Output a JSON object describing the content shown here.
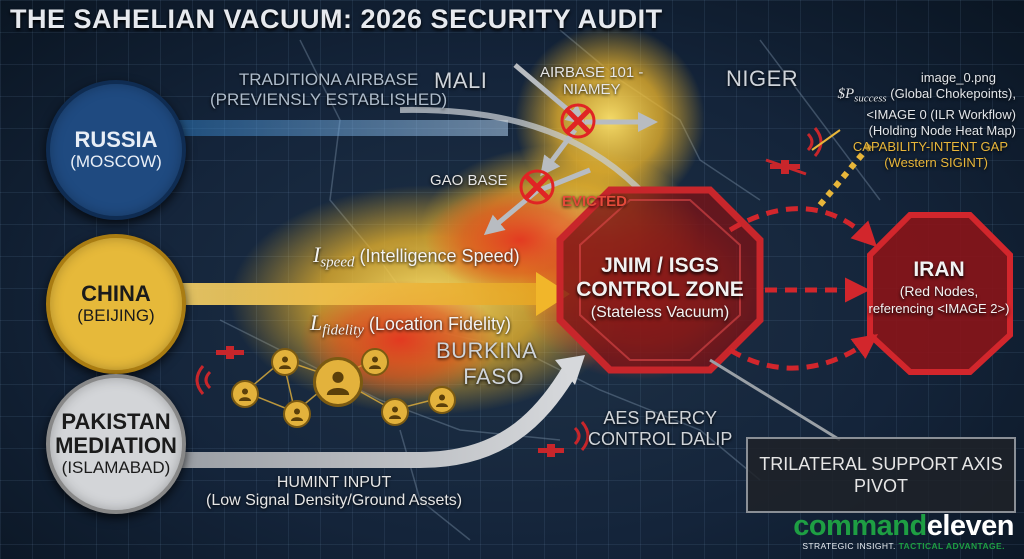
{
  "title": "THE SAHELIAN VACUUM: 2026 SECURITY AUDIT",
  "nodes": {
    "russia": {
      "name": "RUSSIA",
      "sub": "(MOSCOW)"
    },
    "china": {
      "name": "CHINA",
      "sub": "(BEIJING)"
    },
    "pakistan": {
      "name_line1": "PAKISTAN",
      "name_line2": "MEDIATION",
      "sub": "(ISLAMABAD)"
    },
    "iran": {
      "name": "IRAN",
      "sub1": "(Red Nodes,",
      "sub2": "referencing <IMAGE 2>)"
    },
    "control_zone": {
      "line1": "JNIM / ISGS",
      "line2": "CONTROL ZONE",
      "sub": "(Stateless Vacuum)"
    }
  },
  "regions": {
    "mali": "MALI",
    "niger": "NIGER",
    "burkina_1": "BURKINA",
    "burkina_2": "FASO"
  },
  "labels": {
    "airbase_trad_1": "TRADITIONA AIRBASE",
    "airbase_trad_2": "(PREVIENSLY ESTABLISHED)",
    "airbase_101_1": "AIRBASE 101 -",
    "airbase_101_2": "NIAMEY",
    "gao_base": "GAO BASE",
    "evicted": "EVICTED",
    "i_speed_sym": "I",
    "i_speed_sub": "speed",
    "i_speed_text": "(Intelligence Speed)",
    "l_fid_sym": "L",
    "l_fid_sub": "fidelity",
    "l_fid_text": "(Location Fidelity)",
    "aes_1": "AES PAERCY",
    "aes_2": "CONTROL DALIP",
    "humint_1": "HUMINT INPUT",
    "humint_2": "(Low Signal Density/Ground Assets)"
  },
  "annotations": {
    "image_0": "image_0.png",
    "p_sym": "$P",
    "p_sub": "success",
    "p_text": "(Global Chokepoints),",
    "ilr": "<IMAGE 0  (ILR Workflow)",
    "heat": "(Holding Node Heat Map)",
    "gap_1": "CAPABILITY-INTENT GAP",
    "gap_2": "(Western SIGINT)"
  },
  "pivot": {
    "line1": "TRILATERAL SUPPORT AXIS",
    "line2": "PIVOT"
  },
  "logo": {
    "part1": "command",
    "part2": "eleven",
    "tag1": "STRATEGIC INSIGHT.",
    "tag2": "TACTICAL ADVANTAGE."
  },
  "colors": {
    "russia": "#1f4a80",
    "china": "#e6b93a",
    "pakistan": "#d3d5d8",
    "threat_red": "#c8262b",
    "heat_yellow": "#f2c230",
    "annotation_gold": "#e8b63a",
    "brand_green": "#1e9e43"
  },
  "icons": [
    "x-mark-icon",
    "drone-icon",
    "person-icon",
    "signal-waves-icon",
    "arrow-icon"
  ]
}
